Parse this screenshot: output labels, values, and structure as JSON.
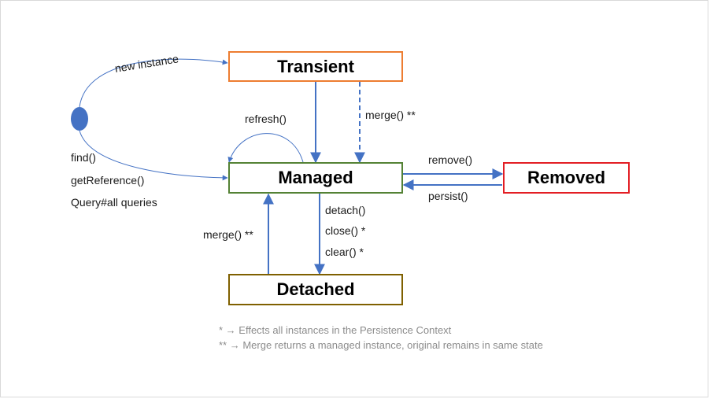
{
  "states": {
    "transient": "Transient",
    "managed": "Managed",
    "removed": "Removed",
    "detached": "Detached"
  },
  "transitions": {
    "new_instance": "new instance",
    "refresh": "refresh()",
    "merge_transient": "merge() **",
    "find": "find()",
    "get_reference": "getReference()",
    "query": "Query#all queries",
    "remove": "remove()",
    "persist": "persist()",
    "detach": "detach()",
    "close": "close() *",
    "clear": "clear() *",
    "merge_detached": "merge() **"
  },
  "notes": {
    "single_star": "* → Effects all instances in the Persistence Context",
    "double_star": "** → Merge returns a managed instance, original remains in same state"
  },
  "colors": {
    "transient_border": "#ED7D31",
    "managed_border": "#548235",
    "removed_border": "#E31E24",
    "detached_border": "#7F6000",
    "arrow": "#4472C4",
    "start_node": "#4472C4"
  }
}
